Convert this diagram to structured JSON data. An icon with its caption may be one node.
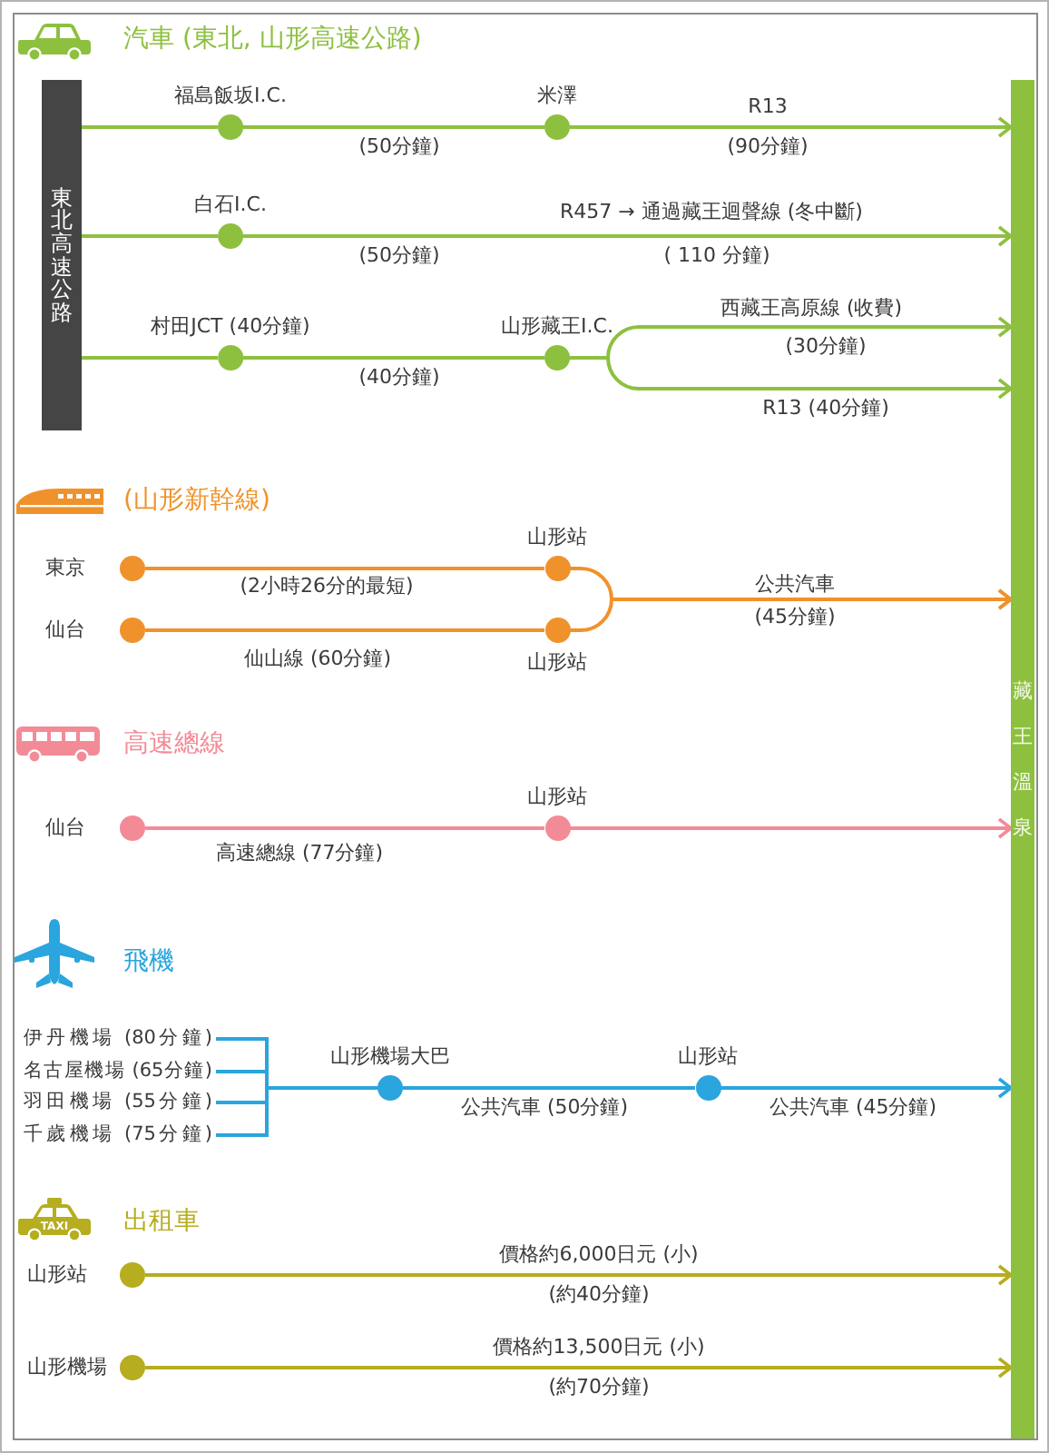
{
  "diagram": {
    "nodes": [
      {
        "text": [
          "東北高速公路"
        ]
      },
      {
        "text": [
          "藏王溫泉"
        ]
      },
      {
        "text": [
          "福島飯坂I.C."
        ]
      },
      {
        "text": [
          "米澤"
        ]
      },
      {
        "text": [
          "白石I.C."
        ]
      },
      {
        "text": [
          "村田JCT (40分鐘)"
        ]
      },
      {
        "text": [
          "山形藏王I.C."
        ]
      },
      {
        "text": [
          "東京"
        ]
      },
      {
        "text": [
          "山形站"
        ]
      },
      {
        "text": [
          "仙台"
        ]
      },
      {
        "text": [
          "山形站"
        ]
      },
      {
        "text": [
          "仙台"
        ]
      },
      {
        "text": [
          "山形站"
        ]
      },
      {
        "text": [
          "伊丹機場 (80分鐘)"
        ]
      },
      {
        "text": [
          "名古屋機場 (65分鐘)"
        ]
      },
      {
        "text": [
          "羽田機場 (55分鐘)"
        ]
      },
      {
        "text": [
          "千歲機場 (75分鐘)"
        ]
      },
      {
        "text": [
          "山形機場大巴"
        ]
      },
      {
        "text": [
          "山形站"
        ]
      },
      {
        "text": [
          "山形站"
        ]
      },
      {
        "text": [
          "山形機場"
        ]
      }
    ],
    "edges": [
      {
        "from": 0,
        "to": 2,
        "arrow": "none"
      },
      {
        "from": 2,
        "to": 3,
        "arrow": "none",
        "label": "(50分鐘)"
      },
      {
        "from": 3,
        "to": 1,
        "arrow": "to",
        "label": "(90分鐘)"
      },
      {
        "from": 0,
        "to": 4,
        "arrow": "none"
      },
      {
        "from": 4,
        "to": 1,
        "arrow": "to",
        "label": "( 110 分鐘)"
      },
      {
        "from": 0,
        "to": 5,
        "arrow": "none"
      },
      {
        "from": 5,
        "to": 6,
        "arrow": "none",
        "label": "(40分鐘)"
      },
      {
        "from": 6,
        "to": 1,
        "arrow": "to",
        "label": "(30分鐘)"
      },
      {
        "from": 6,
        "to": 1,
        "arrow": "to",
        "label": "R13 (40分鐘)"
      },
      {
        "from": 7,
        "to": 8,
        "arrow": "none",
        "label": "(2小時26分的最短)",
        "color": "#f0922b"
      },
      {
        "from": 9,
        "to": 10,
        "arrow": "none",
        "label": "仙山線 (60分鐘)",
        "color": "#f0922b"
      },
      {
        "from": 8,
        "to": 1,
        "arrow": "to",
        "label": "(45分鐘)",
        "color": "#f0922b"
      },
      {
        "from": 10,
        "to": 1,
        "arrow": "to",
        "color": "#f0922b"
      },
      {
        "from": 11,
        "to": 12,
        "arrow": "none",
        "label": "高速總線 (77分鐘)",
        "color": "#f38b97"
      },
      {
        "from": 12,
        "to": 1,
        "arrow": "to",
        "color": "#f38b97"
      },
      {
        "from": 13,
        "to": 17,
        "arrow": "none",
        "color": "#2aa5dd"
      },
      {
        "from": 14,
        "to": 17,
        "arrow": "none",
        "color": "#2aa5dd"
      },
      {
        "from": 15,
        "to": 17,
        "arrow": "none",
        "color": "#2aa5dd"
      },
      {
        "from": 16,
        "to": 17,
        "arrow": "none",
        "color": "#2aa5dd"
      },
      {
        "from": 17,
        "to": 18,
        "arrow": "none",
        "label": "公共汽車 (50分鐘)",
        "color": "#2aa5dd"
      },
      {
        "from": 18,
        "to": 1,
        "arrow": "to",
        "label": "公共汽車 (45分鐘)",
        "color": "#2aa5dd"
      },
      {
        "from": 19,
        "to": 1,
        "arrow": "to",
        "label": "(約40分鐘)",
        "color": "#b6ad1f"
      },
      {
        "from": 20,
        "to": 1,
        "arrow": "to",
        "label": "(約70分鐘)",
        "color": "#b6ad1f"
      }
    ],
    "labels": [
      "汽車 (東北, 山形高速公路)",
      "R13",
      "R457 → 通過藏王迴聲線 (冬中斷)",
      "(50分鐘)",
      "西藏王高原線 (收費)",
      "(山形新幹線)",
      "公共汽車",
      "高速總線",
      "飛機",
      "TAXI",
      "出租車",
      "價格約6,000日元 (小)",
      "價格約13,500日元 (小)"
    ]
  }
}
